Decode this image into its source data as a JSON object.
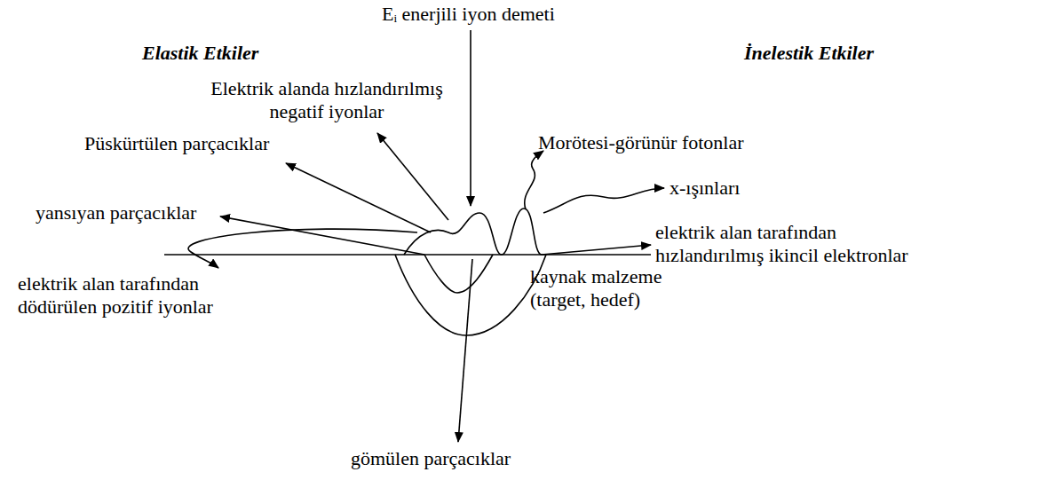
{
  "diagram": {
    "labels": [
      "Eᵢ enerjili iyon demeti",
      "Elastik Etkiler",
      "İnelestik Etkiler",
      "Elektrik alanda hızlandırılmış negatif iyonlar",
      "Püskürtülen parçacıklar",
      "Morötesi-görünür fotonlar",
      "x-ışınları",
      "yansıyan parçacıklar",
      "elektrik alan tarafından hızlandırılmış ikincil elektronlar",
      "kaynak malzeme (target, hedef)",
      "elektrik alan tarafından dödürülen pozitif iyonlar",
      "gömülen parçacıklar"
    ]
  }
}
